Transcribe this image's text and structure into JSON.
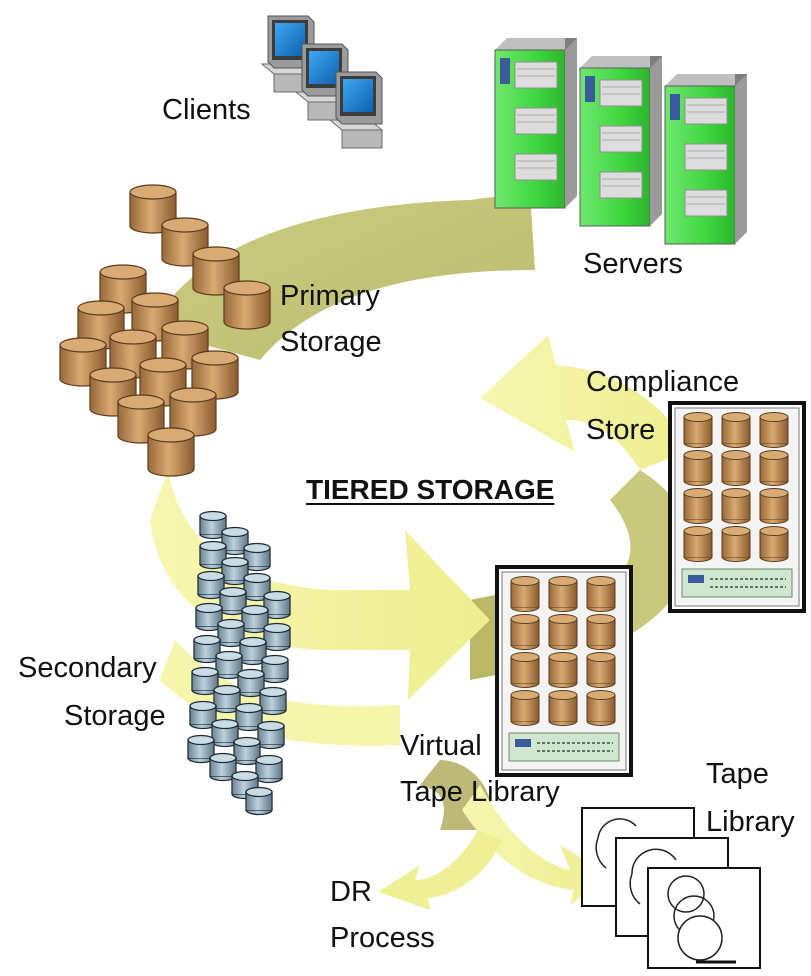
{
  "title": "TIERED STORAGE",
  "labels": {
    "clients": "Clients",
    "servers": "Servers",
    "primary": [
      "Primary",
      "Storage"
    ],
    "compliance": [
      "Compliance",
      "Store"
    ],
    "secondary": [
      "Secondary",
      "Storage"
    ],
    "vtl": [
      "Virtual",
      "Tape Library"
    ],
    "tape": [
      "Tape",
      "Library"
    ],
    "dr": [
      "DR",
      "Process"
    ]
  },
  "colors": {
    "flow_band": "#c9c97a",
    "flow_arrow": "#f3f3a0",
    "disk": "#c89a64",
    "disk_dark": "#8b6238",
    "server_green": "#4cdc4c",
    "monitor_blue": "#0f7fd0",
    "cabinet_disk": "#c49158",
    "secondary_disk": "#9bb4c2"
  }
}
